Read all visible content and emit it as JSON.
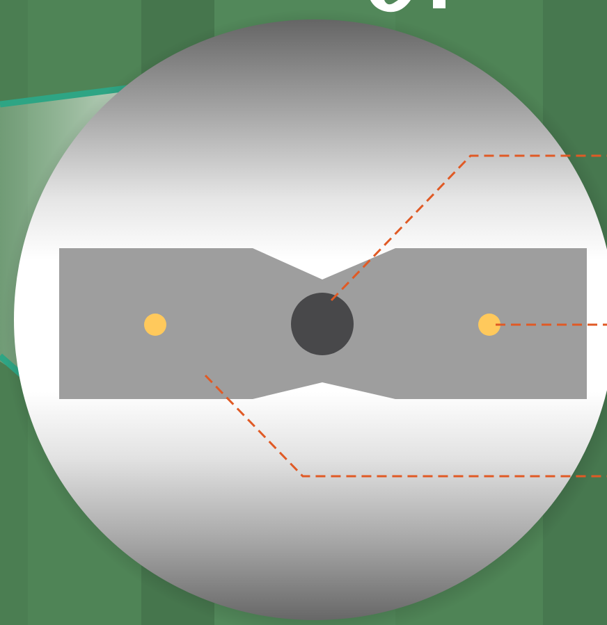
{
  "colors": {
    "background": "#4f8456",
    "background_dark": "#3f6c47",
    "background_light": "#5a9062",
    "teal_outline": "#2ea584",
    "disk_center": "#ffffff",
    "disk_edge": "#6b6b6b",
    "bar_fill": "#9e9e9e",
    "center_hole": "#48484a",
    "dot_fill": "#ffc95c",
    "leader_line": "#e05a25",
    "top_glyph": "#ffffff"
  },
  "diagram": {
    "subject": "sample-disk-with-notched-bar",
    "components": [
      "lens-disk",
      "notched-bar",
      "center-hole",
      "left-dot",
      "right-dot"
    ],
    "leader_lines": [
      "center-hole-leader-line",
      "right-dot-leader-line",
      "bar-region-leader-line"
    ]
  }
}
